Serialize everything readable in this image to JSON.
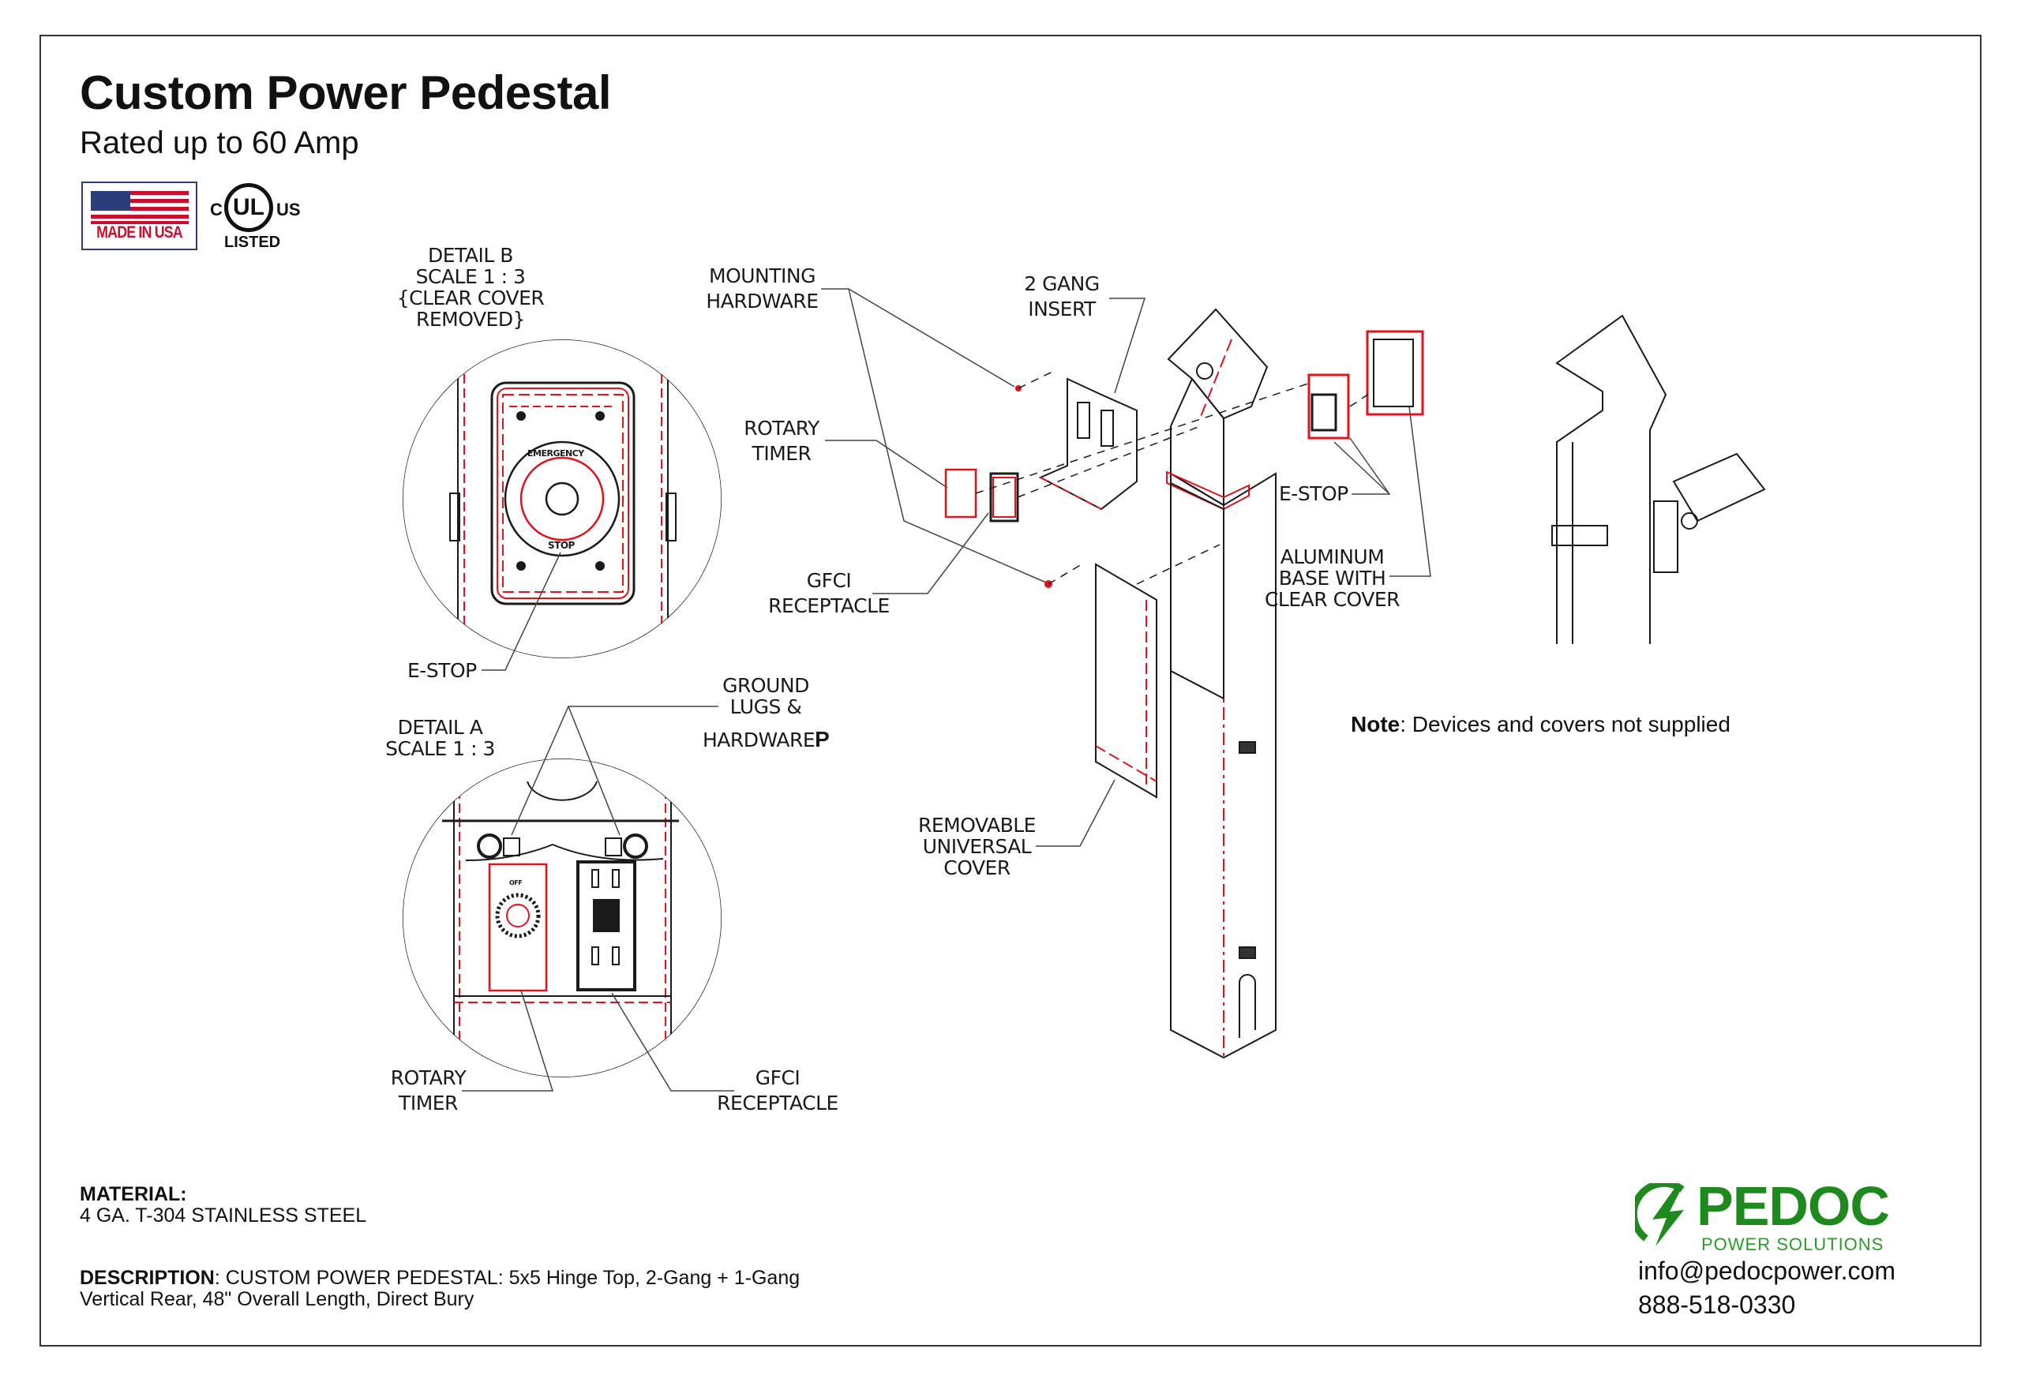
{
  "header": {
    "title": "Custom Power Pedestal",
    "subtitle": "Rated up to 60 Amp"
  },
  "badges": {
    "made_in_usa": "MADE IN USA",
    "ul_listed": {
      "c": "C",
      "ul": "UL",
      "us": "US",
      "listed": "LISTED"
    }
  },
  "detail_b": {
    "lines": [
      "DETAIL B",
      "SCALE 1 : 3",
      "{CLEAR COVER",
      "REMOVED}"
    ],
    "callout_estop": "E-STOP",
    "button_text": [
      "EMERGENCY",
      "STOP"
    ]
  },
  "detail_a": {
    "lines": [
      "DETAIL A",
      "SCALE 1 : 3"
    ],
    "callout_ground": [
      "GROUND",
      "LUGS &",
      "HARDWARE",
      "P"
    ],
    "callout_timer": [
      "ROTARY",
      "TIMER"
    ],
    "callout_gfci": [
      "GFCI",
      "RECEPTACLE"
    ],
    "timer_off": "OFF"
  },
  "exploded_view": {
    "mounting_hardware": [
      "MOUNTING",
      "HARDWARE"
    ],
    "two_gang_insert": [
      "2 GANG",
      "INSERT"
    ],
    "rotary_timer": [
      "ROTARY",
      "TIMER"
    ],
    "gfci_receptacle": [
      "GFCI",
      "RECEPTACLE"
    ],
    "estop": "E-STOP",
    "aluminum_base": [
      "ALUMINUM",
      "BASE WITH",
      "CLEAR COVER"
    ],
    "removable_cover": [
      "REMOVABLE",
      "UNIVERSAL",
      "COVER"
    ]
  },
  "note": {
    "label": "Note",
    "text": ": Devices and covers not supplied"
  },
  "material": {
    "label": "MATERIAL:",
    "value": "4 GA. T-304 STAINLESS STEEL"
  },
  "description": {
    "label": "DESCRIPTION",
    "line1": ": CUSTOM POWER PEDESTAL: 5x5 Hinge Top,  2-Gang + 1-Gang",
    "line2": "Vertical Rear, 48\" Overall Length, Direct Bury"
  },
  "brand": {
    "name": "PEDOC",
    "tagline": "POWER SOLUTIONS",
    "email": "info@pedocpower.com",
    "phone": "888-518-0330",
    "color": "#1e8a1e"
  },
  "colors": {
    "line": "#1a1a1a",
    "hidden": "#e0141e"
  }
}
